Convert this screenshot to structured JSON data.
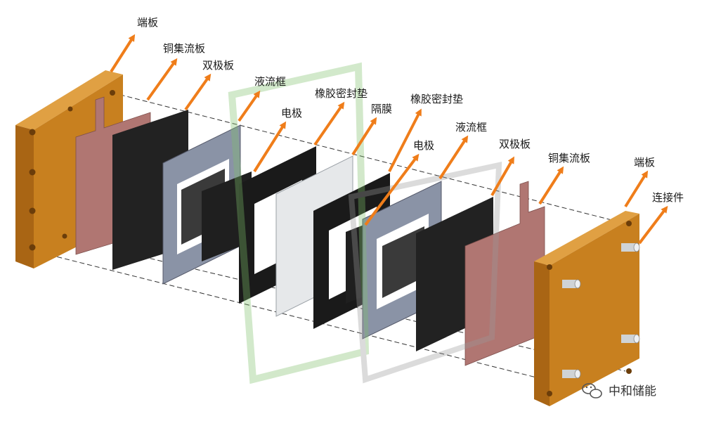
{
  "labels": {
    "end_plate_left": "端板",
    "copper_collector_left": "铜集流板",
    "bipolar_plate_left": "双极板",
    "flow_frame_left": "液流框",
    "electrode_left": "电极",
    "rubber_gasket_left": "橡胶密封垫",
    "membrane": "隔膜",
    "rubber_gasket_right": "橡胶密封垫",
    "electrode_right": "电极",
    "flow_frame_right": "液流框",
    "bipolar_plate_right": "双极板",
    "copper_collector_right": "铜集流板",
    "end_plate_right": "端板",
    "connector": "连接件"
  },
  "watermark": {
    "brand": "中和储能",
    "icon": "wechat-icon"
  },
  "colors": {
    "arrow": "#ef7d1a",
    "end_plate": "#c8801f",
    "end_plate_dark": "#a96514",
    "copper": "#b07672",
    "graphite": "#222222",
    "frame_gray": "#8a93a6",
    "membrane": "#e6e8ea",
    "watermark_green": "#7fbf6b"
  }
}
